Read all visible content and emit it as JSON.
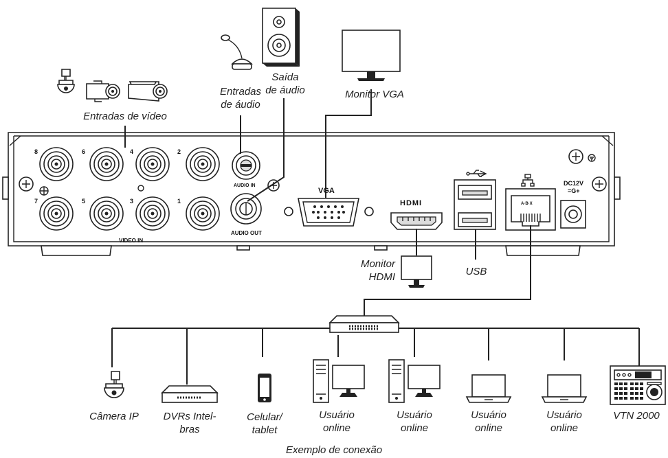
{
  "labels": {
    "video_inputs": "Entradas de vídeo",
    "audio_inputs_1": "Entradas",
    "audio_inputs_2": "de áudio",
    "audio_output_1": "Saída",
    "audio_output_2": "de áudio",
    "vga_monitor": "Monitor VGA",
    "hdmi_monitor_1": "Monitor",
    "hdmi_monitor_2": "HDMI",
    "usb": "USB",
    "caption": "Exemplo de conexão"
  },
  "panel": {
    "video_in": "VIDEO IN",
    "audio_in": "AUDIO IN",
    "audio_out": "AUDIO OUT",
    "vga": "VGA",
    "hdmi": "HDMI",
    "lan": "A·B·X",
    "power_1": "DC12V",
    "power_2": "=G+",
    "channels": [
      "8",
      "6",
      "4",
      "2",
      "7",
      "5",
      "3",
      "1"
    ]
  },
  "devices": [
    {
      "line1": "Câmera IP",
      "line2": ""
    },
    {
      "line1": "DVRs Intel-",
      "line2": "bras"
    },
    {
      "line1": "Celular/",
      "line2": "tablet"
    },
    {
      "line1": "Usuário",
      "line2": "online"
    },
    {
      "line1": "Usuário",
      "line2": "online"
    },
    {
      "line1": "Usuário",
      "line2": "online"
    },
    {
      "line1": "Usuário",
      "line2": "online"
    },
    {
      "line1": "VTN 2000",
      "line2": ""
    }
  ],
  "icons": [
    "ip-camera-icon",
    "bullet-camera-icon",
    "microphone-icon",
    "speaker-icon",
    "monitor-icon",
    "switch-icon",
    "dvr-icon",
    "smartphone-icon",
    "desktop-pc-icon",
    "laptop-icon",
    "keyboard-controller-icon",
    "usb-icon",
    "network-icon",
    "ground-icon"
  ]
}
